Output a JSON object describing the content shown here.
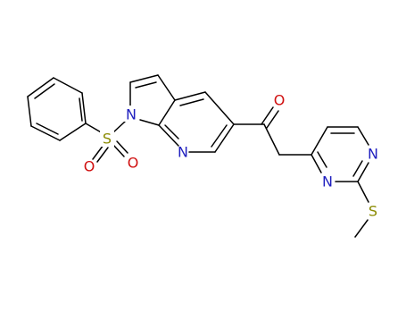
{
  "diagram": {
    "type": "chemical-structure",
    "colors": {
      "bond": "#000000",
      "N": "#1f1fbf",
      "O": "#d01010",
      "S": "#8a8a00"
    },
    "atoms": {
      "N1": {
        "label": "N",
        "element": "N"
      },
      "N_py": {
        "label": "N",
        "element": "N"
      },
      "N_pm1": {
        "label": "N",
        "element": "N"
      },
      "N_pm3": {
        "label": "N",
        "element": "N"
      },
      "S_sulfonyl": {
        "label": "S",
        "element": "S"
      },
      "O_s1": {
        "label": "O",
        "element": "O"
      },
      "O_s2": {
        "label": "O",
        "element": "O"
      },
      "O_keto": {
        "label": "O",
        "element": "O"
      },
      "S_methyl": {
        "label": "S",
        "element": "S"
      }
    }
  }
}
